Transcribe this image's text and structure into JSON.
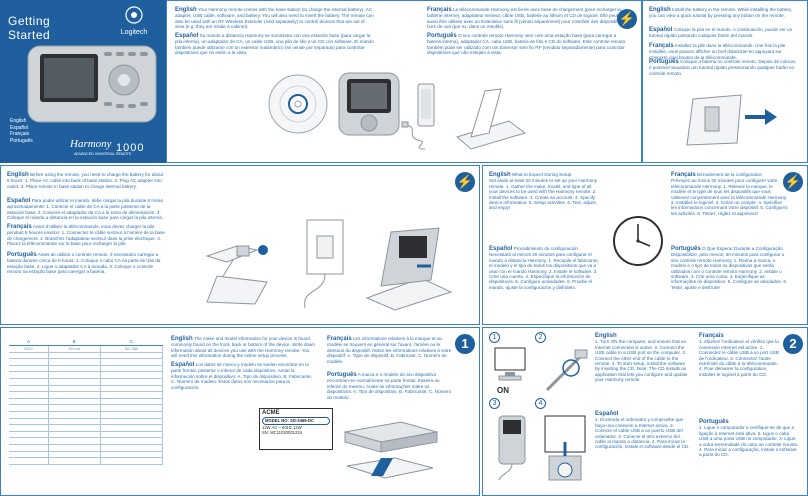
{
  "cover": {
    "title_line1": "Getting",
    "title_line2": "Started",
    "brand": "Logitech",
    "languages": [
      "English",
      "Español",
      "Français",
      "Português"
    ],
    "product_name": "Harmony",
    "product_sub1": "ADVANCED",
    "product_sub2": "UNIVERSAL",
    "product_sub3": "REMOTE",
    "model": "1000"
  },
  "intro": {
    "en_head": "English",
    "en_text": "Your Harmony remote comes with the base station (to charge the internal battery), AC adapter, USB cable, software, and battery. You will also need to insert the battery. The remote can also be used with an RF Wireless Extender (sold separately) to control devices that are out of view (e.g. they are inside a cabinet).",
    "es_head": "Español",
    "es_text": "Su mando a distancia Harmony se suministra con una estación base (para cargar la pila interna), un adaptador de CA, un cable USB, una pila de litio y un CD con software. El mando también puede utilizarse con un extensor inalámbrico (se vende por separado) para controlar dispositivos que no estén a la vista.",
    "fr_head": "Français",
    "fr_text": "La télécommande Harmony est livrée avec base de chargement (pour recharger la batterie interne), adaptateur secteur, câble USB, batterie au lithium et CD de logiciel. Elle peut aussi être utilisée avec un Extendeur sans fil (vendu séparément) pour contrôler des dispositifs hors de vue (par ex. dans un meuble).",
    "pt_head": "Português",
    "pt_text": "O seu controle remoto Harmony vem com uma estação base (para carregar a bateria interna), adaptador CA, cabo USB, bateria de lítio e CD do software. Este controle remoto também pode ser utilizado com um Extensor sem fio RF (vendido separadamente) para controlar dispositivos que não estejam à vista."
  },
  "battery": {
    "en_head": "English",
    "en_text": "Install the battery in the remote. While installing the battery, you can view a quick tutorial by pressing any button on the remote.",
    "es_head": "Español",
    "es_text": "Coloque la pila en el mando. A continuación, puede ver un tutorial rápido pulsando cualquier botón del mando.",
    "fr_head": "Français",
    "fr_text": "Installez la pile dans la télécommande. Une fois la pile installée, vous pouvez afficher un bref didacticiel en appuyant sur n'importe quel bouton de la télécommande.",
    "pt_head": "Português",
    "pt_text": "Coloque a bateria no controle remoto. Depois de colocar, é possível visualizar um tutorial rápido pressionando qualquer botão no controle remoto."
  },
  "charge": {
    "en_head": "English",
    "en_text": "Before using the remote, you need to charge the battery for about 6 hours: 1. Place AC cable into back of base station. 2. Plug AC adapter into outlet. 3. Place remote in base station to charge internal battery.",
    "es_head": "Español",
    "es_text": "Para poder utilizar el mando, debe cargar la pila durante 6 horas aproximadamente: 1. Conecte el cable de CA a la parte posterior de la estación base. 2. Conecte el adaptador de CA a la toma de alimentación. 3. Coloque el mando a distancia en la estación base para cargar la pila interna.",
    "fr_head": "Français",
    "fr_text": "Avant d'utiliser la télécommande, vous devez charger la pile pendant 6 heures environ: 1. Connectez le câble secteur à l'arrière de la base de chargement. 2. Branchez l'adaptateur secteur dans la prise électrique. 3. Placez la télécommande sur la base pour recharger la pile.",
    "pt_head": "Português",
    "pt_text": "Antes de utilizar o controle remoto, é necessário carregar a bateria durante cerca de 6 horas: 1. Coloque o cabo CA na parte de trás da estação base. 2. Ligue o adaptador CA à tomada. 3. Coloque o controle remoto na estação base para carregar a bateria."
  },
  "expect": {
    "en_head": "English",
    "en_title": "What to Expect During Setup",
    "en_text": "Set aside at least 30 minutes to set up your Harmony remote. 1. Gather the make, model, and type of all your devices to be used with the Harmony remote. 2. Install the software. 3. Create an account. 4. Specify device information. 5. Setup activities. 6. Test, adjust, and enjoy!",
    "es_head": "Español",
    "es_title": "Procedimiento de configuración",
    "es_text": "Necesitará al menos 30 minutos para configurar el mando a distancia Harmony. 1. Recopile el fabricante, el modelo y el tipo de todos los dispositivos que va a usar con el mando Harmony. 2. Instale el software. 3. Cree una cuenta. 4. Especifique la información de dispositivos. 5. Configure actividades. 6. Pruebe el mando, ajuste la configuración y disfrútelo.",
    "fr_head": "Français",
    "fr_title": "Déroulement de la configuration",
    "fr_text": "Prévoyez au moins 30 minutes pour configurer votre télécommande Harmony. 1. Relevez la marque, le modèle et le type de tous les dispositifs que vous utiliserez conjointement avec la télécommande Harmony. 2. Installez le logiciel. 3. Créez un compte. 4. Spécifiez les informations concernant votre dispositif. 5. Configurez les activités. 6. Testez, réglez et appréciez!",
    "pt_head": "Português",
    "pt_title": "O Que Esperar Durante a Configuração",
    "pt_text": "Disponibilize, pelo menos, 30 minutos para configurar o seu controle remoto Harmony. 1. Reúna a marca, o modelo e o tipo de todos os dispositivos que serão utilizados com o controle remoto Harmony. 2. Instale o software. 3. Crie uma conta. 4. Especifique as informações do dispositivo. 5. Configure as atividades. 6. Teste, ajuste e desfrute!"
  },
  "devices": {
    "table_headers": [
      "A",
      "B",
      "C"
    ],
    "table_sub": [
      "SDO",
      "Fe.Ind",
      "SD-356"
    ],
    "en_head": "English",
    "en_text": "The make and model information for your device is found commonly found on the front, back or bottom of the device. Write down information about all devices you use with the Harmony remote. You will need this information during the online setup process.",
    "es_head": "Español",
    "es_text": "Los datos de marca y modelo se suelen encontrar en la parte frontal, posterior o inferior de cada dispositivo. Anote la información sobre el dispositivo: A. Tipo de dispositivo, B. Fabricante, C. Número de modelo. Estos datos son necesarios para la configuración.",
    "fr_head": "Français",
    "fr_text": "Les informations relatives à la marque et au modèle se trouvent en général sur l'avant, l'arrière ou le dessous du dispositif. Notez les informations relatives à votre dispositif: A. Type de dispositif, B. Fabricant, C. Numéro de modèle.",
    "pt_head": "Português",
    "pt_text": "A marca e o modelo do seu dispositivo encontram-se normalmente na parte frontal, traseira ou inferior do mesmo. Anote as informações sobre os dispositivos: A. Tipo de dispositivo, B. Fabricante, C. Número do modelo.",
    "step_number": "1",
    "label_brand": "ACME",
    "label_model": "MODEL NO: SD-3466-DC",
    "label_volt": "12W AC ~ 60Hz 12W",
    "label_sn": "SN: MC11020001234"
  },
  "install": {
    "step_number": "2",
    "on_label": "ON",
    "en_head": "English",
    "en_text": "1. Turn ON the computer, and ensure that an Internet connection is active. 2. Connect the USB cable to a USB port on the computer. 3. Connect the other end of the cable to the remote. 4. To start setup, install the software by inserting the CD. Note: The CD installs an application that lets you configure and update your Harmony remote.",
    "es_head": "Español",
    "es_text": "1. Encienda el ordenador y compruebe que haya una conexión a Internet activa. 2. Conecte el cable USB a un puerto USB del ordenador. 3. Conecte el otro extremo del cable al mando a distancia. 4. Para iniciar la configuración, instale el software desde el CD.",
    "fr_head": "Français",
    "fr_text": "1. Allumez l'ordinateur et vérifiez que la connexion Internet est active. 2. Connectez le câble USB à un port USB de l'ordinateur. 3. Connectez l'autre extrémité du câble à la télécommande. 4. Pour démarrer la configuration, installez le logiciel à partir du CD.",
    "pt_head": "Português",
    "pt_text": "1. Ligue o computador e certifique-se de que a ligação à Internet está ativa. 2. Ligue o cabo USB a uma porta USB no computador. 3. Ligue a outra extremidade do cabo ao controle remoto. 4. Para iniciar a configuração, instale o software a partir do CD."
  },
  "colors": {
    "brand_blue": "#1f5f9e",
    "line_blue": "#3d82c4"
  },
  "icons": [
    "flash-icon",
    "clock-icon",
    "cd-icon",
    "usb-icon",
    "arrow-icon"
  ]
}
